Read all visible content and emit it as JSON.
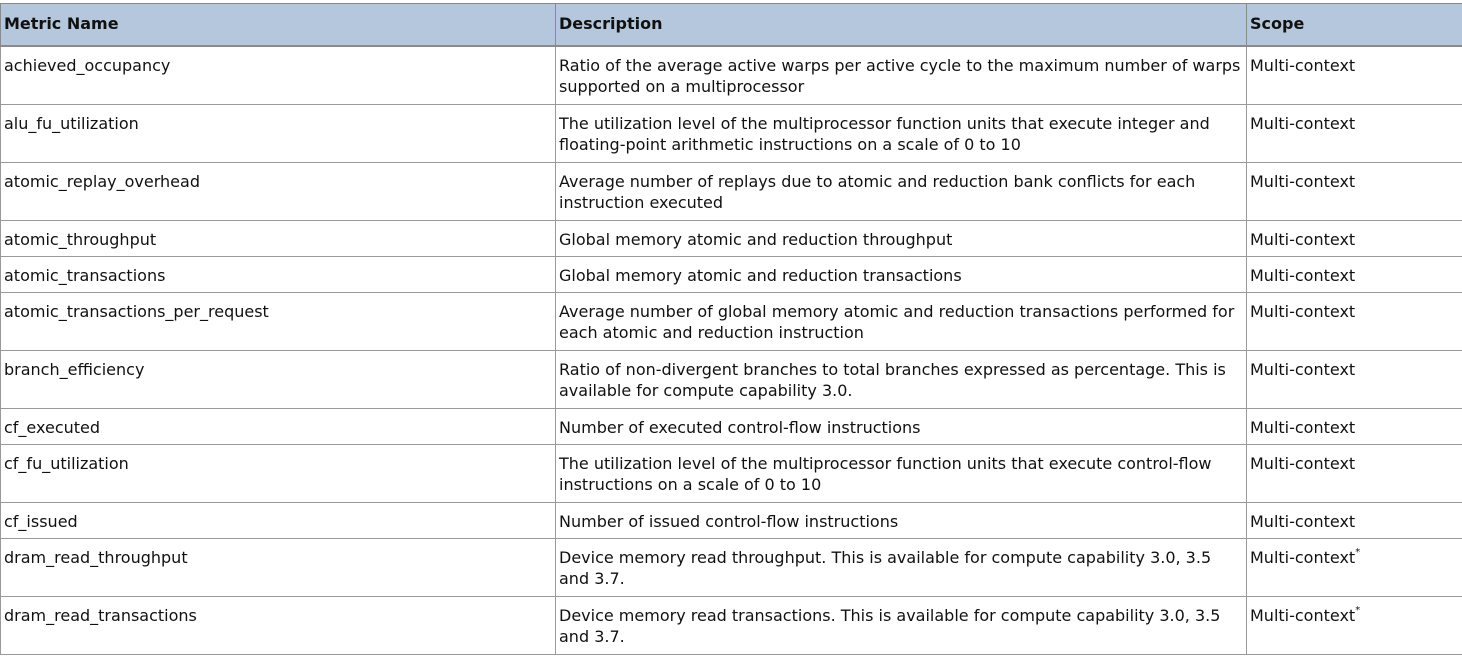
{
  "table": {
    "headers": [
      "Metric Name",
      "Description",
      "Scope"
    ],
    "rows": [
      {
        "name": "achieved_occupancy",
        "description": "Ratio of the average active warps per active cycle to the maximum number of warps supported on a multiprocessor",
        "scope": "Multi-context",
        "asterisk": "",
        "lines": 2
      },
      {
        "name": "alu_fu_utilization",
        "description": "The utilization level of the multiprocessor function units that execute integer and floating-point arithmetic instructions on a scale of 0 to 10",
        "scope": "Multi-context",
        "asterisk": "",
        "lines": 2
      },
      {
        "name": "atomic_replay_overhead",
        "description": "Average number of replays due to atomic and reduction bank conflicts for each instruction executed",
        "scope": "Multi-context",
        "asterisk": "",
        "lines": 2
      },
      {
        "name": "atomic_throughput",
        "description": "Global memory atomic and reduction throughput",
        "scope": "Multi-context",
        "asterisk": "",
        "lines": 1
      },
      {
        "name": "atomic_transactions",
        "description": "Global memory atomic and reduction transactions",
        "scope": "Multi-context",
        "asterisk": "",
        "lines": 1
      },
      {
        "name": "atomic_transactions_per_request",
        "description": "Average number of global memory atomic and reduction transactions performed for each atomic and reduction instruction",
        "scope": "Multi-context",
        "asterisk": "",
        "lines": 2
      },
      {
        "name": "branch_efficiency",
        "description": "Ratio of non-divergent branches to total branches expressed as percentage. This is available for compute capability 3.0.",
        "scope": "Multi-context",
        "asterisk": "",
        "lines": 2
      },
      {
        "name": "cf_executed",
        "description": "Number of executed control-flow instructions",
        "scope": "Multi-context",
        "asterisk": "",
        "lines": 1
      },
      {
        "name": "cf_fu_utilization",
        "description": "The utilization level of the multiprocessor function units that execute control-flow instructions on a scale of 0 to 10",
        "scope": "Multi-context",
        "asterisk": "",
        "lines": 2
      },
      {
        "name": "cf_issued",
        "description": "Number of issued control-flow instructions",
        "scope": "Multi-context",
        "asterisk": "",
        "lines": 1
      },
      {
        "name": "dram_read_throughput",
        "description": "Device memory read throughput. This is available for compute capability 3.0, 3.5 and 3.7.",
        "scope": "Multi-context",
        "asterisk": "*",
        "lines": 2
      },
      {
        "name": "dram_read_transactions",
        "description": "Device memory read transactions. This is available for compute capability 3.0, 3.5 and 3.7.",
        "scope": "Multi-context",
        "asterisk": "*",
        "lines": 2
      }
    ]
  }
}
